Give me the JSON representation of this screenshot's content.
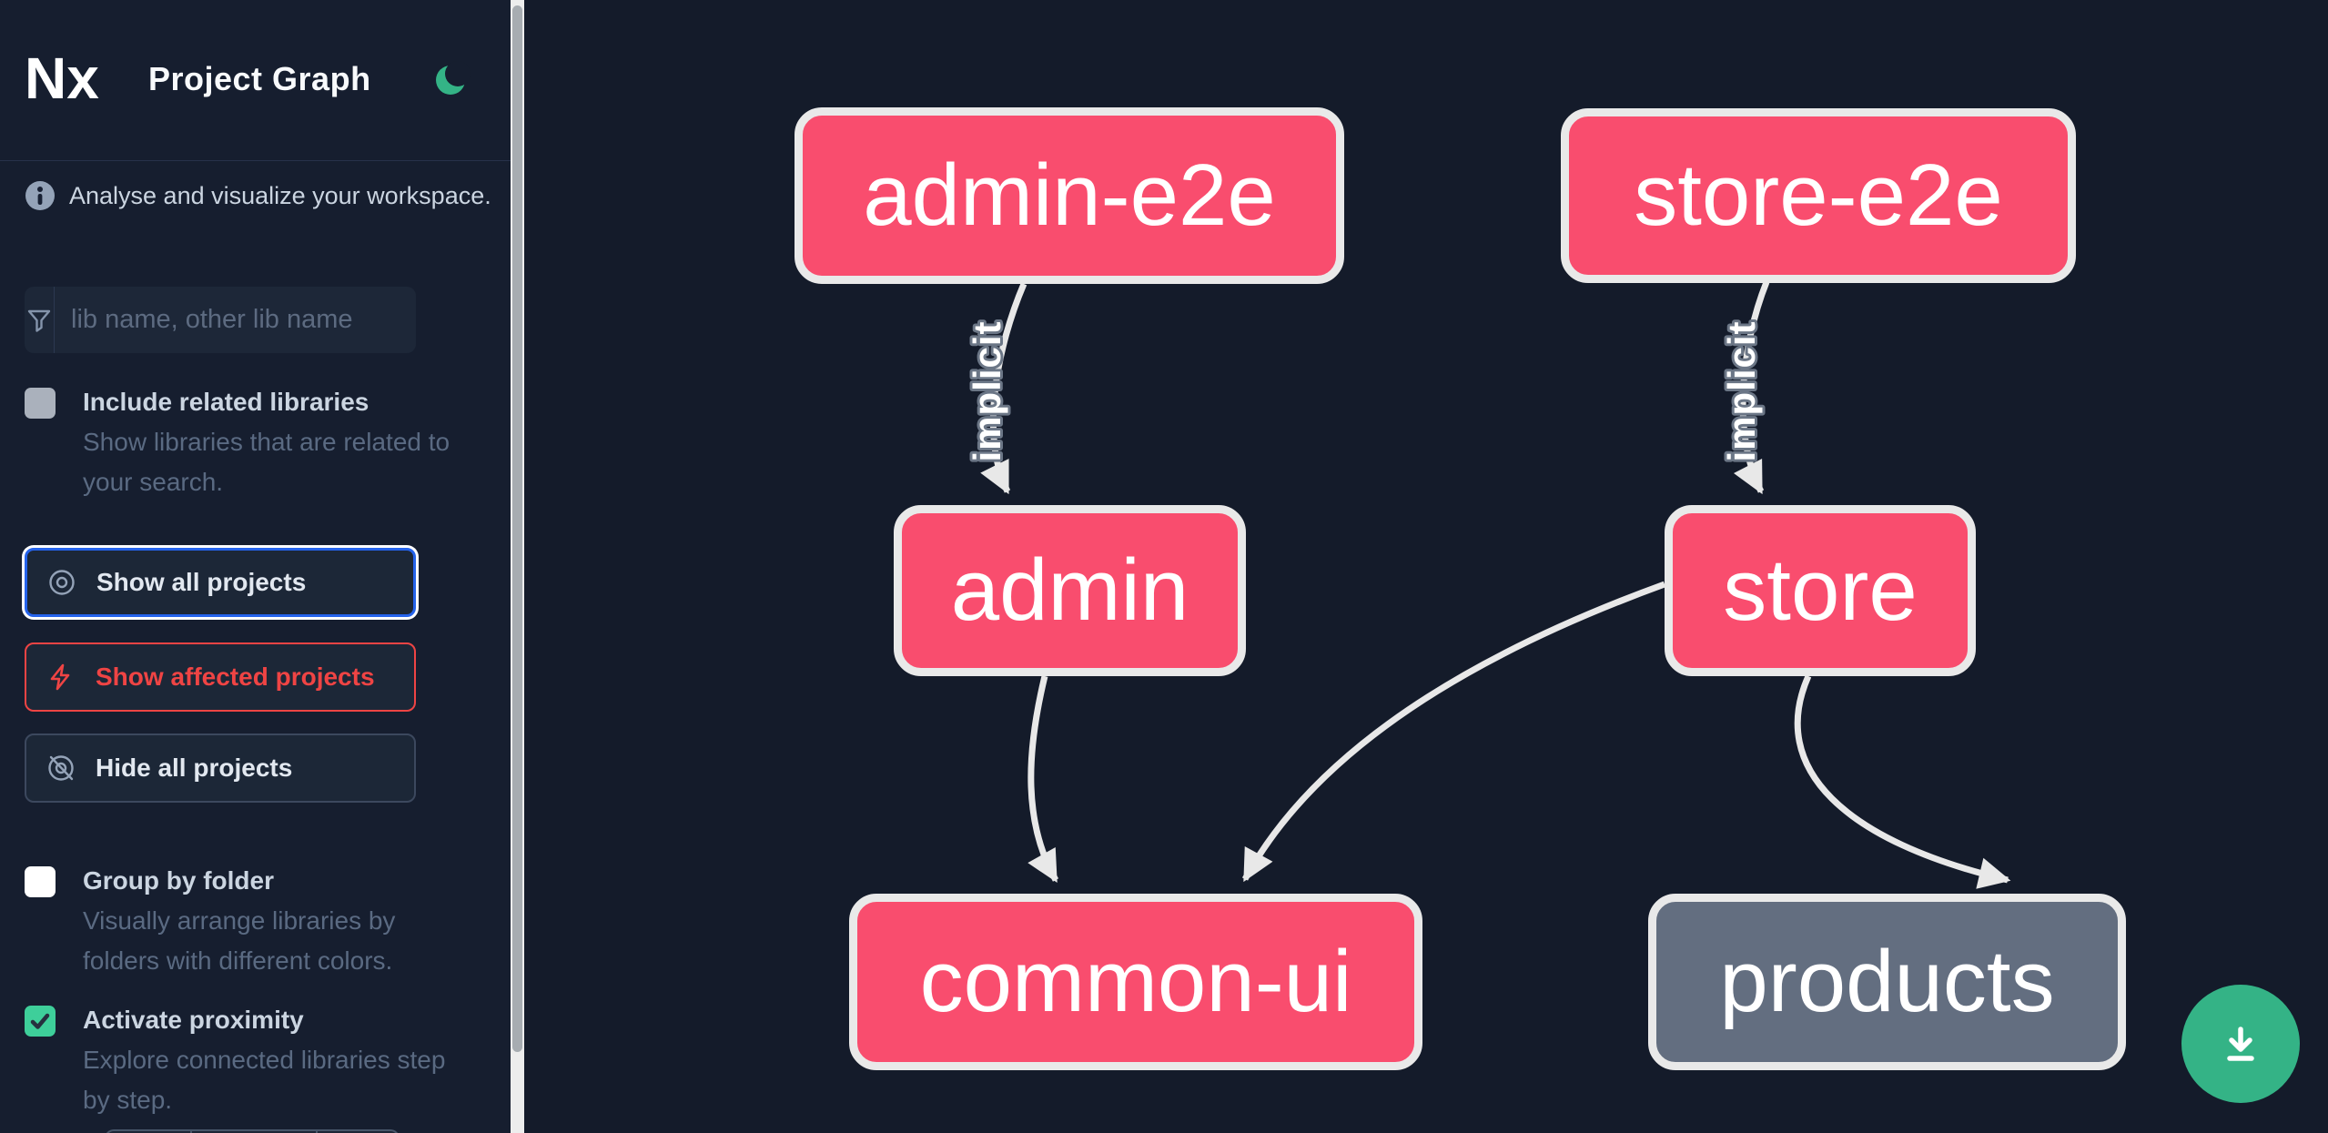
{
  "app": {
    "logo_text": "Nx",
    "title": "Project Graph"
  },
  "sidebar": {
    "tagline": "Analyse and visualize your workspace.",
    "search": {
      "placeholder": "lib name, other lib name"
    },
    "include_related": {
      "label": "Include related libraries",
      "description": "Show libraries that are related to your search.",
      "checked": false
    },
    "actions": {
      "show_all": "Show all projects",
      "show_affected": "Show affected projects",
      "hide_all": "Hide all projects"
    },
    "group_by_folder": {
      "label": "Group by folder",
      "description": "Visually arrange libraries by folders with different colors.",
      "checked": false
    },
    "activate_proximity": {
      "label": "Activate proximity",
      "description": "Explore connected libraries step by step.",
      "checked": true
    }
  },
  "graph": {
    "nodes": [
      {
        "id": "admin-e2e",
        "label": "admin-e2e",
        "state": "affected"
      },
      {
        "id": "store-e2e",
        "label": "store-e2e",
        "state": "affected"
      },
      {
        "id": "admin",
        "label": "admin",
        "state": "affected"
      },
      {
        "id": "store",
        "label": "store",
        "state": "affected"
      },
      {
        "id": "common-ui",
        "label": "common-ui",
        "state": "affected"
      },
      {
        "id": "products",
        "label": "products",
        "state": "unaffected"
      }
    ],
    "edges": [
      {
        "source": "admin-e2e",
        "target": "admin",
        "label": "implicit"
      },
      {
        "source": "store-e2e",
        "target": "store",
        "label": "implicit"
      },
      {
        "source": "admin",
        "target": "common-ui",
        "label": ""
      },
      {
        "source": "store",
        "target": "common-ui",
        "label": ""
      },
      {
        "source": "store",
        "target": "products",
        "label": ""
      }
    ]
  },
  "fab": {
    "icon": "download-icon"
  },
  "colors": {
    "affected_node": "#f94d6e",
    "unaffected_node": "#636e80",
    "edge": "#e8e8e8",
    "accent_green": "#34b386",
    "checkbox_green": "#3ecf9a",
    "focus_blue": "#2563eb",
    "affected_red": "#ef4444",
    "sidebar_bg": "#161e2f",
    "canvas_bg": "#141b2a"
  }
}
